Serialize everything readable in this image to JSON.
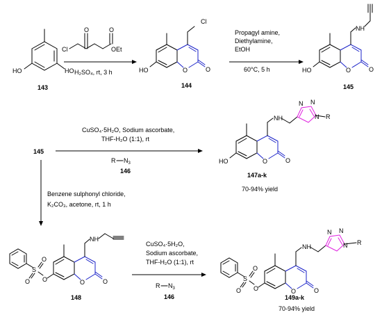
{
  "compounds": {
    "c143": "143",
    "c144": "144",
    "c145": "145",
    "c145_ref": "145",
    "c146_a": "146",
    "c146_b": "146",
    "c147": "147a-k",
    "c148": "148",
    "c149": "149a-k"
  },
  "atoms": {
    "HO": "HO",
    "O": "O",
    "Cl": "Cl",
    "OEt": "OEt",
    "NH": "NH",
    "N": "N",
    "S": "S",
    "R": "R",
    "N3": "N",
    "N3_sub": "3",
    "R_dash": "R"
  },
  "steps": {
    "step1_cond": "H₂SO₄, rt, 3 h",
    "step2_line1": "Propagyl amine,",
    "step2_line2": "Diethylamine,",
    "step2_line3": "EtOH",
    "step2_line4": "60°C, 5 h",
    "step3_line1": "CuSO₄·5H₂O, Sodium ascorbate,",
    "step3_line2": "THF-H₂O (1:1), rt",
    "step4_line1": "Benzene sulphonyl chloride,",
    "step4_line2": "K₂CO₃, acetone, rt, 1 h",
    "step5_line1": "CuSO₄·5H₂O,",
    "step5_line2": "Sodium ascorbate,",
    "step5_line3": "THF-H₂O (1:1), rt"
  },
  "yields": {
    "y147": "70-94% yield",
    "y149": "70-94% yield"
  },
  "colors": {
    "ring_blue": "#1a22c8",
    "triazole_magenta": "#e020e0"
  }
}
